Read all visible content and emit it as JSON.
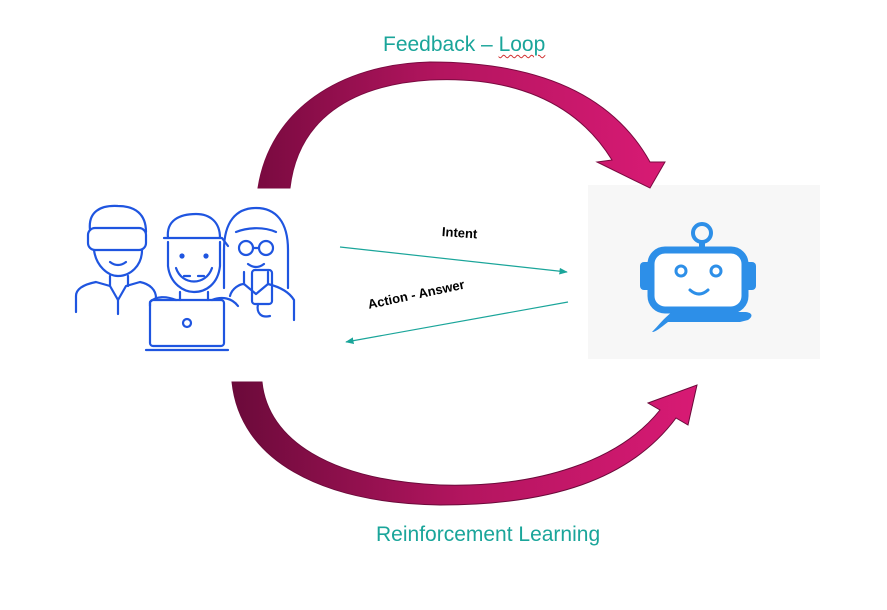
{
  "title_prefix": "Feedback – ",
  "title_loop": "Loop",
  "subtitle": "Reinforcement Learning",
  "intent_label": "Intent",
  "answer_label": "Action - Answer",
  "colors": {
    "teal_text": "#1aa59a",
    "arrow_magenta": "#c8186a",
    "arrow_dark": "#6b0a3a",
    "thin_arrow": "#1aa59a",
    "people_blue": "#1f55e0",
    "bot_blue": "#2d8fe8"
  },
  "icons": [
    "users-icon",
    "chatbot-icon"
  ]
}
